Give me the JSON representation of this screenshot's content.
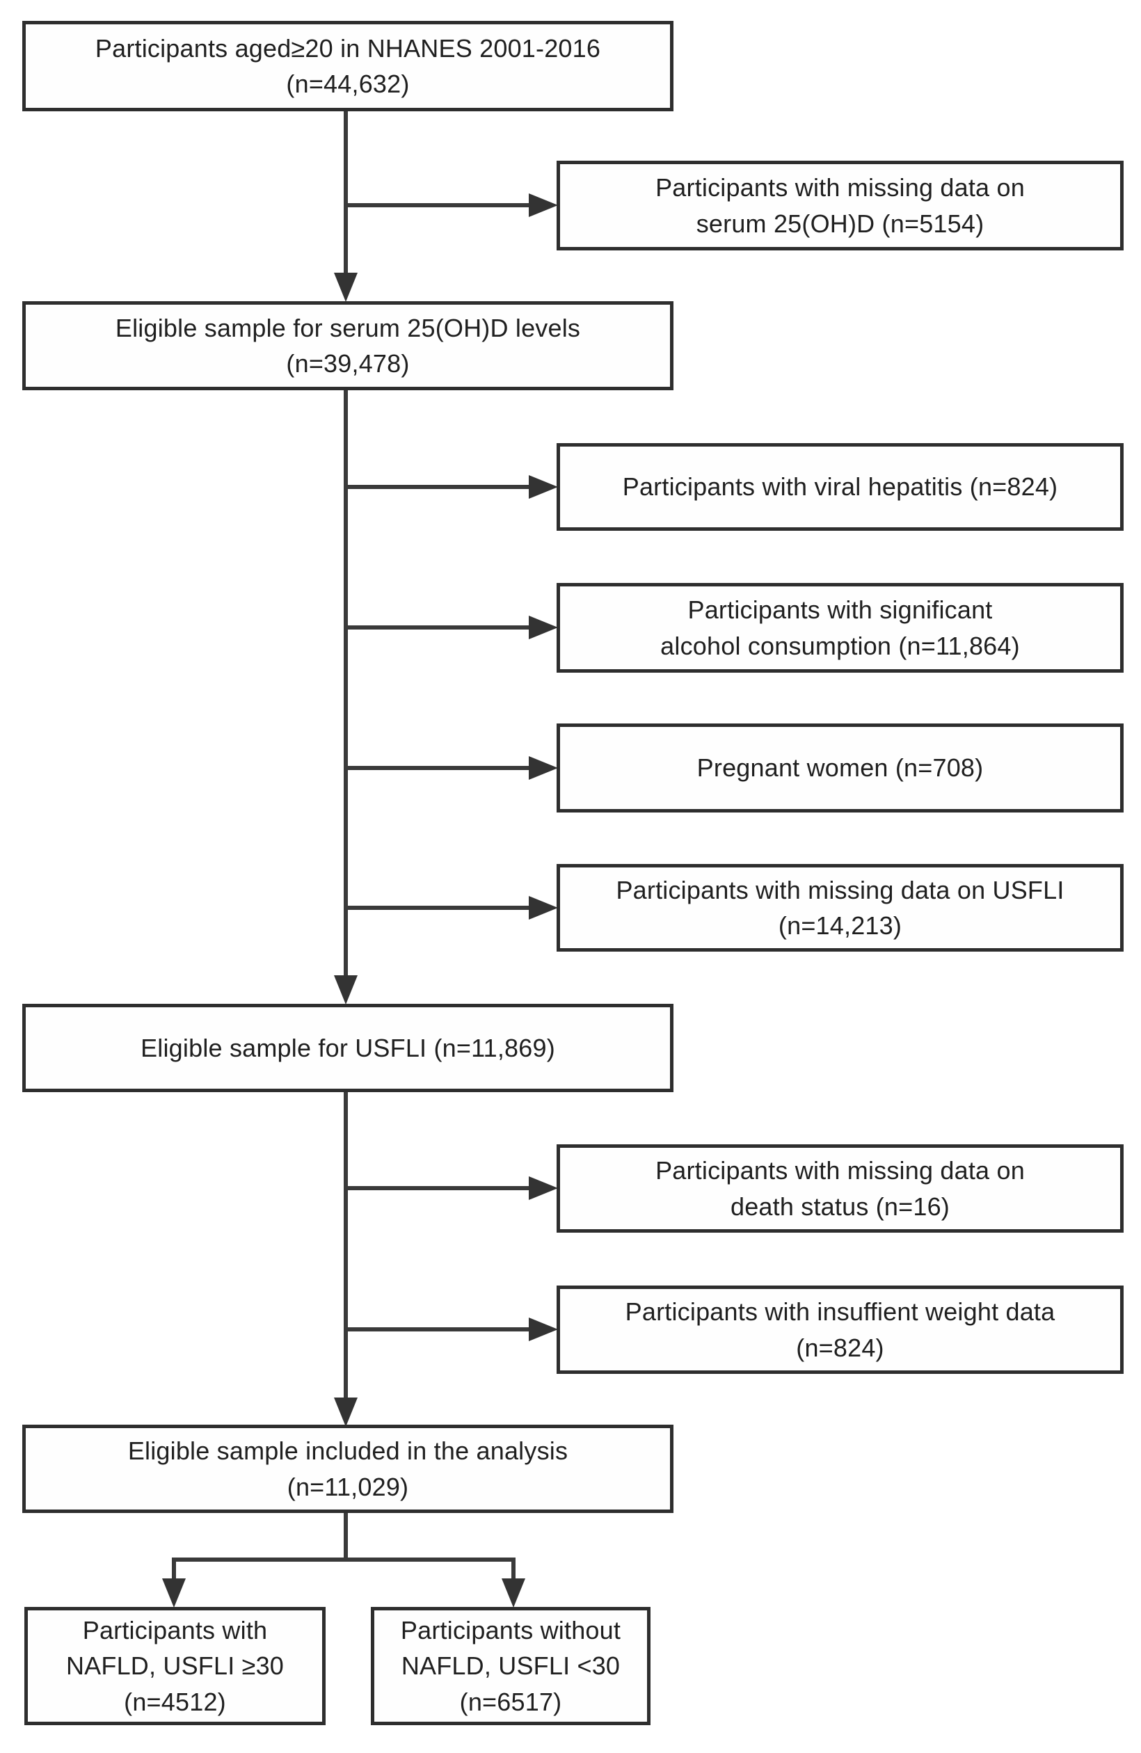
{
  "figure": {
    "type": "study-participant-flow-diagram",
    "main_boxes": {
      "initial": {
        "line1": "Participants aged≥20 in NHANES 2001-2016",
        "line2": "(n=44,632)"
      },
      "eligible_serum": {
        "line1": "Eligible sample for serum 25(OH)D levels",
        "line2": "(n=39,478)"
      },
      "eligible_usfli": {
        "line1": "Eligible sample for USFLI (n=11,869)"
      },
      "final_analysis": {
        "line1": "Eligible sample included in the analysis",
        "line2": "(n=11,029)"
      }
    },
    "exclusions": [
      {
        "line1": "Participants with missing data on",
        "line2": "serum 25(OH)D (n=5154)"
      },
      {
        "line1": "Participants with viral hepatitis (n=824)"
      },
      {
        "line1": "Participants with significant",
        "line2": "alcohol consumption (n=11,864)"
      },
      {
        "line1": "Pregnant women (n=708)"
      },
      {
        "line1": "Participants with missing data on USFLI",
        "line2": "(n=14,213)"
      },
      {
        "line1": "Participants with missing data on",
        "line2": "death status (n=16)"
      },
      {
        "line1": "Participants with insuffient weight data",
        "line2": "(n=824)"
      }
    ],
    "outcomes": {
      "nafld": {
        "line1": "Participants with",
        "line2": "NAFLD, USFLI ≥30",
        "line3": "(n=4512)"
      },
      "no_nafld": {
        "line1": "Participants without",
        "line2": "NAFLD, USFLI <30",
        "line3": "(n=6517)"
      }
    },
    "colors": {
      "line": "#3a3a3a",
      "box_border": "#2e2e2e",
      "text": "#1f1f1f",
      "background": "#ffffff"
    }
  }
}
